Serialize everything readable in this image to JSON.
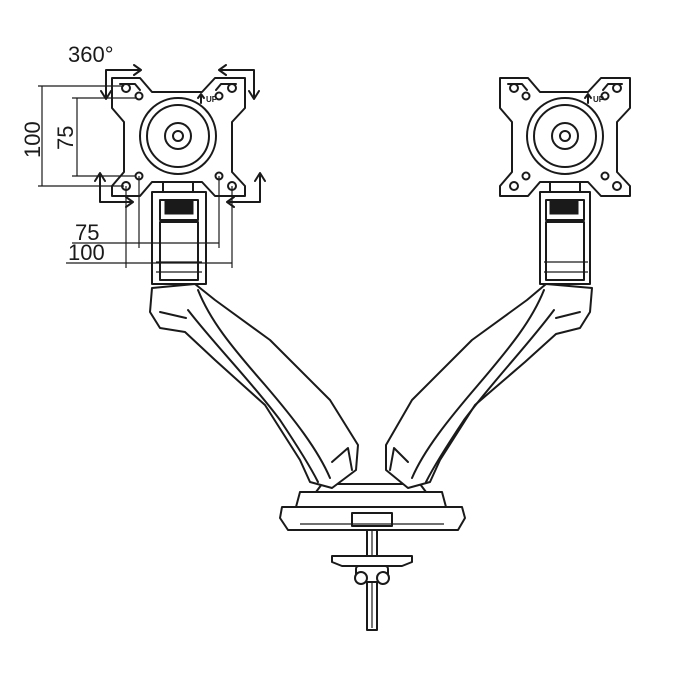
{
  "labels": {
    "rotation": "360°",
    "vesa_height_large": "100",
    "vesa_height_small": "75",
    "vesa_width_small": "75",
    "vesa_width_large": "100",
    "up_left": "UP",
    "up_right": "UP"
  },
  "colors": {
    "line": "#1a1a1a",
    "background": "#ffffff"
  }
}
